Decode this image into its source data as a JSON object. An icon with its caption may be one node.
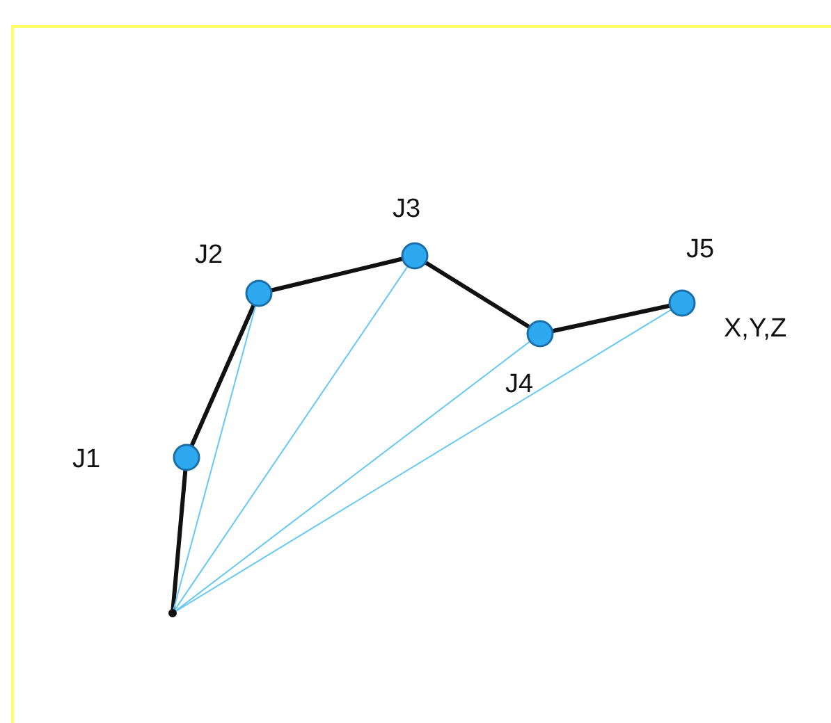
{
  "diagram": {
    "nodes": [
      {
        "text": [],
        "shape": "point"
      },
      {
        "text": [],
        "shape": "circle",
        "beside": [
          "J1"
        ]
      },
      {
        "text": [],
        "shape": "circle",
        "beside": [
          "J2"
        ]
      },
      {
        "text": [],
        "shape": "circle",
        "beside": [
          "J3"
        ]
      },
      {
        "text": [],
        "shape": "circle",
        "beside": [
          "J4"
        ]
      },
      {
        "text": [],
        "shape": "circle",
        "beside": [
          "J5",
          "X,Y,Z"
        ]
      }
    ],
    "edges": [
      {
        "from": 0,
        "to": 1,
        "arrow": "none"
      },
      {
        "from": 1,
        "to": 2,
        "arrow": "none"
      },
      {
        "from": 2,
        "to": 3,
        "arrow": "none"
      },
      {
        "from": 3,
        "to": 4,
        "arrow": "none"
      },
      {
        "from": 4,
        "to": 5,
        "arrow": "none"
      },
      {
        "from": 0,
        "to": 2,
        "arrow": "none",
        "color": "#66c8f5"
      },
      {
        "from": 0,
        "to": 3,
        "arrow": "none",
        "color": "#66c8f5"
      },
      {
        "from": 0,
        "to": 4,
        "arrow": "none",
        "color": "#66c8f5"
      },
      {
        "from": 0,
        "to": 5,
        "arrow": "none",
        "color": "#66c8f5"
      }
    ]
  }
}
